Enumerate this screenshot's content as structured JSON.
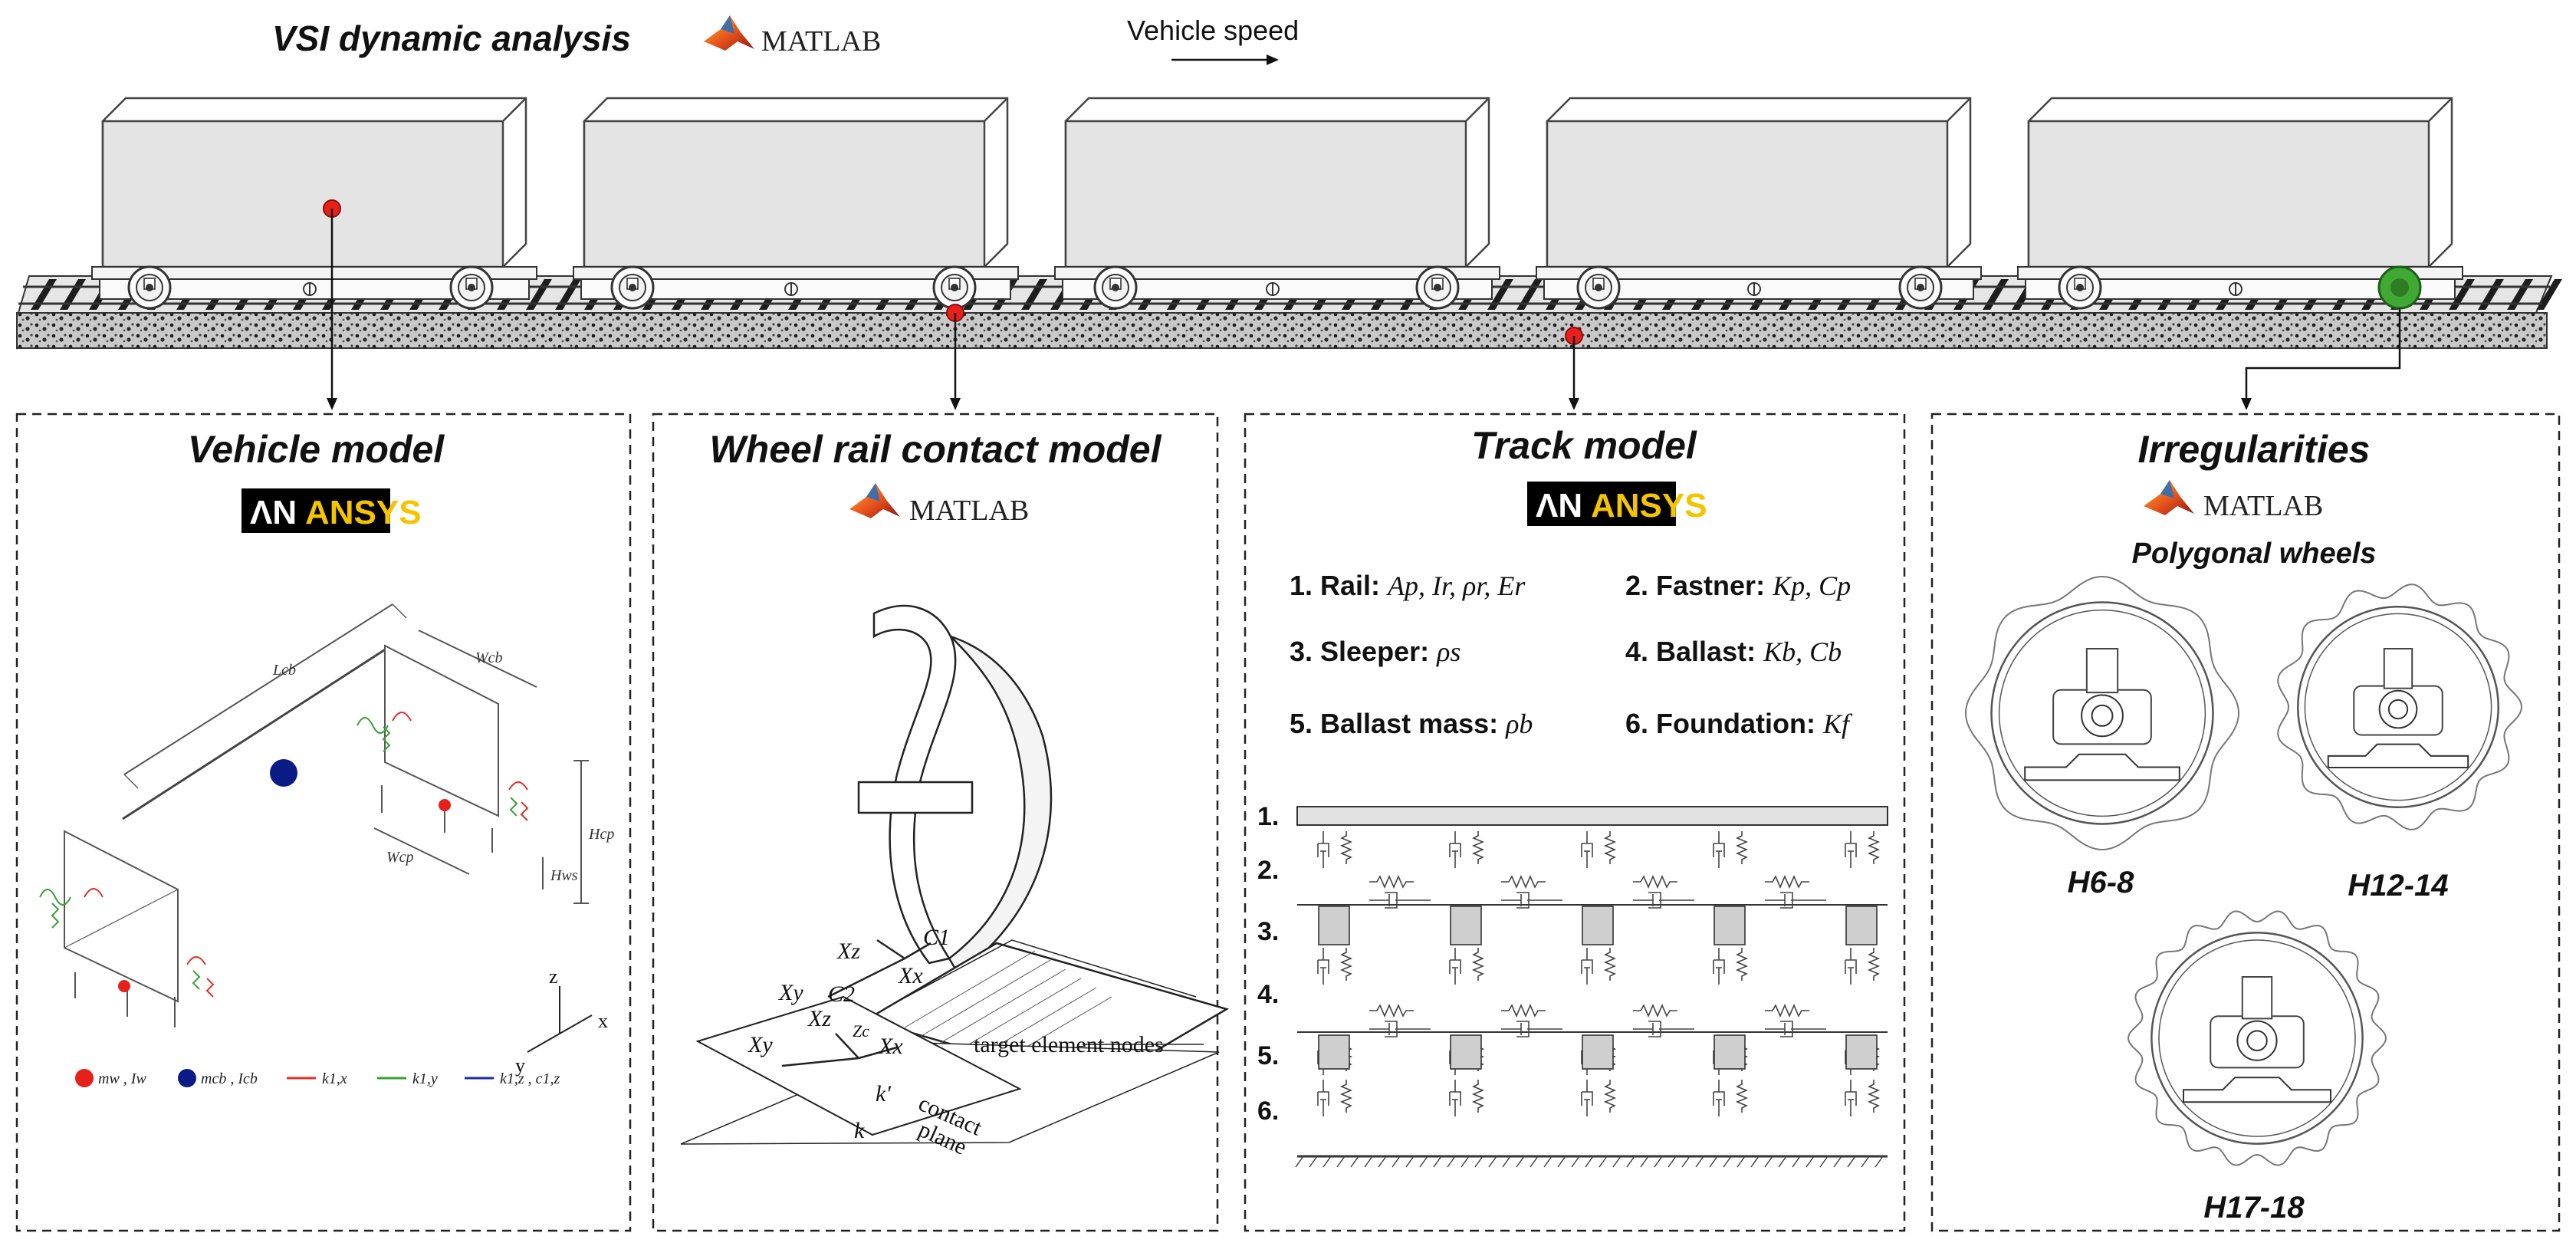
{
  "header": {
    "title": "VSI dynamic analysis",
    "speed_label": "Vehicle speed",
    "logo_text": "MATLAB"
  },
  "panels": {
    "vehicle": {
      "title": "Vehicle model",
      "logo": "ANSYS",
      "labels": [
        "Lcb",
        "Wcb",
        "Hcp",
        "Hws",
        "Wcp"
      ],
      "axes": [
        "z",
        "y",
        "x"
      ],
      "legend": [
        "mw , Iw",
        "mcb , Icb",
        "k1,x",
        "k1,y",
        "k1,z , c1,z"
      ]
    },
    "contact": {
      "title": "Wheel rail contact model",
      "logo": "MATLAB",
      "labels": [
        "C1",
        "Xz",
        "Xx",
        "Xy",
        "C2",
        "Xz",
        "Zc",
        "Xy",
        "Xx",
        "k'",
        "k"
      ],
      "target_nodes": "target element nodes",
      "plane_line1": "contact",
      "plane_line2": "plane"
    },
    "track": {
      "title": "Track model",
      "logo": "ANSYS",
      "params": [
        {
          "label": "1. Rail: ",
          "sym": "Ap, Ir, ρr, Er"
        },
        {
          "label": "2. Fastner: ",
          "sym": "Kp, Cp"
        },
        {
          "label": "3. Sleeper: ",
          "sym": "ρs"
        },
        {
          "label": "4. Ballast: ",
          "sym": "Kb, Cb"
        },
        {
          "label": "5. Ballast mass: ",
          "sym": "ρb"
        },
        {
          "label": "6. Foundation: ",
          "sym": "Kf"
        }
      ],
      "layer_numbers": [
        "1.",
        "2.",
        "3.",
        "4.",
        "5.",
        "6."
      ]
    },
    "irregularities": {
      "title": "Irregularities",
      "logo": "MATLAB",
      "subtitle": "Polygonal wheels",
      "wheels": [
        "H6-8",
        "H12-14",
        "H17-18"
      ]
    }
  },
  "colors": {
    "marker_red": "#e8201c",
    "marker_green": "#3fa934",
    "mass_blue": "#0a1b86",
    "spring_red": "#e0302a",
    "spring_green": "#3aa035",
    "spring_blue": "#1f2b9e",
    "car_body": "#e4e4e4",
    "ansys_bg": "#000000",
    "ansys_yellow": "#f5c400"
  },
  "icons": [
    "matlab-logo-icon",
    "ansys-logo-icon",
    "arrow-right-icon"
  ]
}
